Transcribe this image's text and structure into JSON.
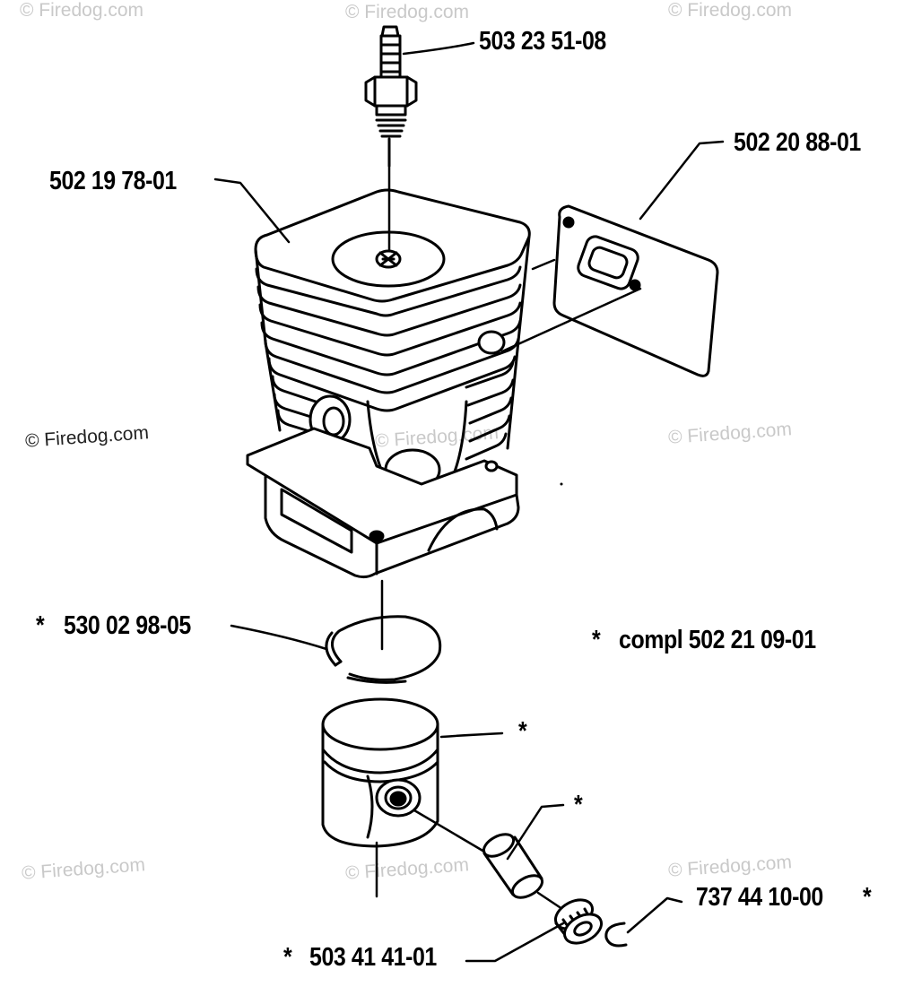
{
  "watermark": "© Firedog.com",
  "parts": {
    "spark_plug": "503 23 51-08",
    "muffler_gasket": "502 20 88-01",
    "cylinder": "502 19 78-01",
    "piston_ring": "530 02 98-05",
    "cylinder_kit": "compl 502 21 09-01",
    "piston": "",
    "piston_pin": "",
    "circlip": "737 44 10-00",
    "needle_bearing": "503 41 41-01"
  },
  "marks": {
    "kit_star": "*"
  }
}
